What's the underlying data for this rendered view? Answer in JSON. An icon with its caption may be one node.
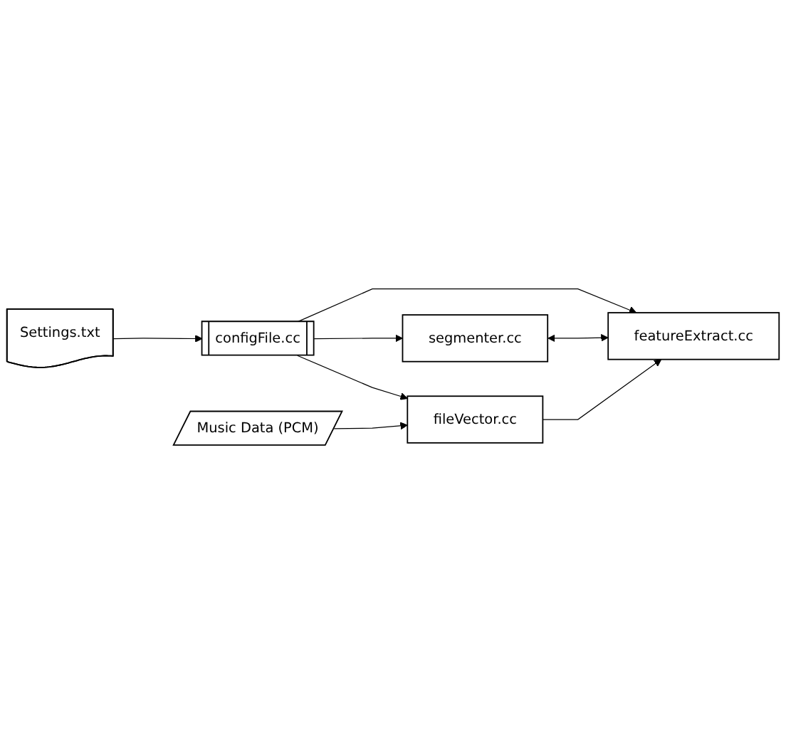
{
  "diagram": {
    "nodes": [
      {
        "text": [
          "segmenter.cc"
        ]
      },
      {
        "text": [
          "configFile.cc"
        ]
      },
      {
        "text": [
          "featureExtract.cc"
        ]
      },
      {
        "text": [
          "Settings.txt"
        ]
      },
      {
        "text": [
          "fileVector.cc"
        ]
      },
      {
        "text": [
          "Music Data (PCM)"
        ]
      }
    ],
    "edges": [
      {
        "from": 1,
        "to": 0,
        "arrow": "to"
      },
      {
        "from": 1,
        "to": 2,
        "arrow": "to"
      },
      {
        "from": 1,
        "to": 4,
        "arrow": "to"
      },
      {
        "from": 3,
        "to": 1,
        "arrow": "to"
      },
      {
        "from": 0,
        "to": 2,
        "arrow": "both"
      },
      {
        "from": 4,
        "to": 2,
        "arrow": "to"
      },
      {
        "from": 5,
        "to": 4,
        "arrow": "to"
      }
    ]
  }
}
